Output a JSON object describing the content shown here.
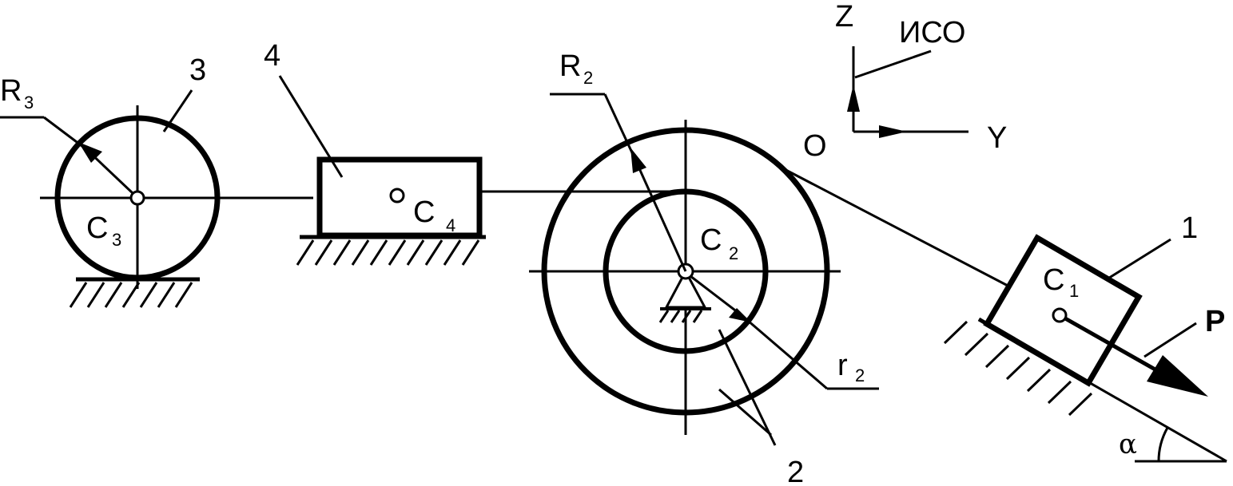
{
  "labels": {
    "body1": "1",
    "body2": "2",
    "body3": "3",
    "body4": "4",
    "R2_main": "R",
    "R2_sub": "2",
    "R3_main": "R",
    "R3_sub": "3",
    "r2_main": "r",
    "r2_sub": "2",
    "C1_main": "C",
    "C1_sub": "1",
    "C2_main": "C",
    "C2_sub": "2",
    "C3_main": "C",
    "C3_sub": "3",
    "C4_main": "C",
    "C4_sub": "4",
    "force": "P",
    "angle": "α",
    "axis_z": "Z",
    "axis_y": "Y",
    "origin": "O",
    "frame": "ИСО"
  },
  "colors": {
    "stroke": "#000000",
    "background": "#ffffff"
  }
}
